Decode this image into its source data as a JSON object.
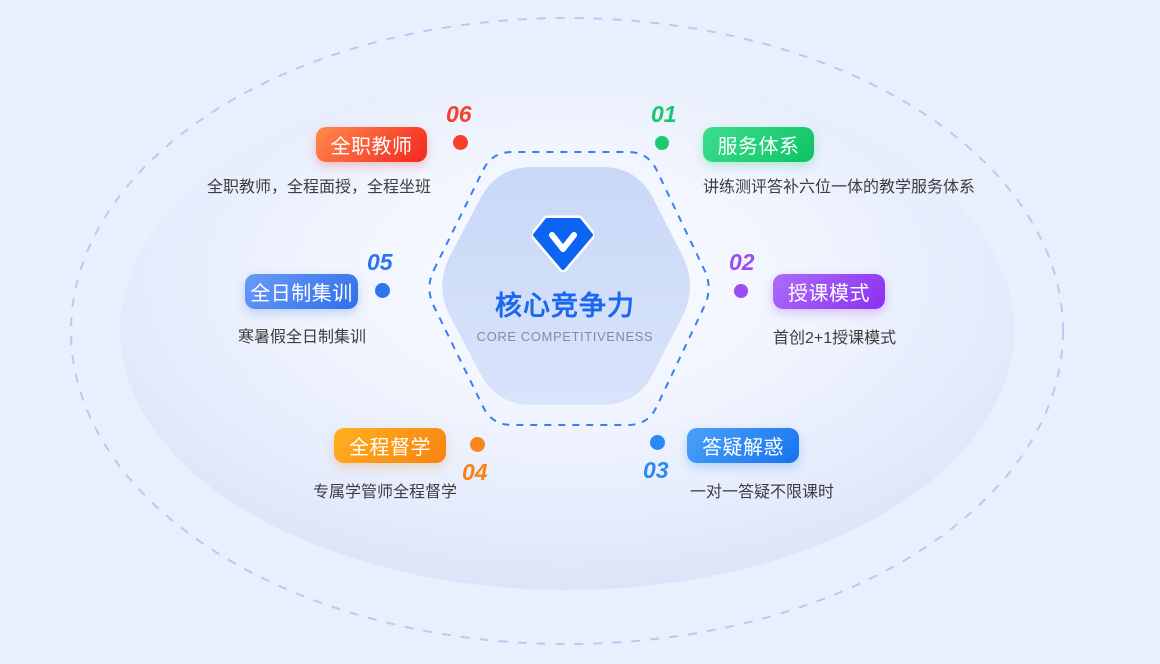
{
  "center": {
    "title": "核心竞争力",
    "subtitle": "CORE COMPETITIVENESS",
    "icon": "diamond-gem-icon",
    "title_color": "#1b67f1",
    "icon_color": "#0d64f2"
  },
  "items": [
    {
      "id": "01",
      "label": "服务体系",
      "desc": "讲练测评答补六位一体的教学服务体系",
      "color": "#1ec973",
      "gradient": [
        "#3edd8d",
        "#0cc464"
      ]
    },
    {
      "id": "02",
      "label": "授课模式",
      "desc": "首创2+1授课模式",
      "color": "#9b4df2",
      "gradient": [
        "#ad6df9",
        "#8c2ff1"
      ]
    },
    {
      "id": "03",
      "label": "答疑解惑",
      "desc": "一对一答疑不限课时",
      "color": "#2a8af3",
      "gradient": [
        "#4ba1f8",
        "#1673ee"
      ]
    },
    {
      "id": "04",
      "label": "全程督学",
      "desc": "专属学管师全程督学",
      "color": "#f8871b",
      "gradient": [
        "#ffb121",
        "#f8820e"
      ]
    },
    {
      "id": "05",
      "label": "全日制集训",
      "desc": "寒暑假全日制集训",
      "color": "#2f74ef",
      "gradient": [
        "#6a9bf8",
        "#2f6fe9"
      ]
    },
    {
      "id": "06",
      "label": "全职教师",
      "desc": "全职教师，全程面授，全程坐班",
      "color": "#f5402a",
      "gradient": [
        "#ff8a4e",
        "#f3271e"
      ]
    }
  ],
  "backdrop": {
    "dashed_border_color": "#b7cbf2",
    "hexagon_dash_color": "#3b7df2",
    "hexagon_fill_top": "#c9d8f7",
    "hexagon_fill_bottom": "#d9e4fb"
  }
}
